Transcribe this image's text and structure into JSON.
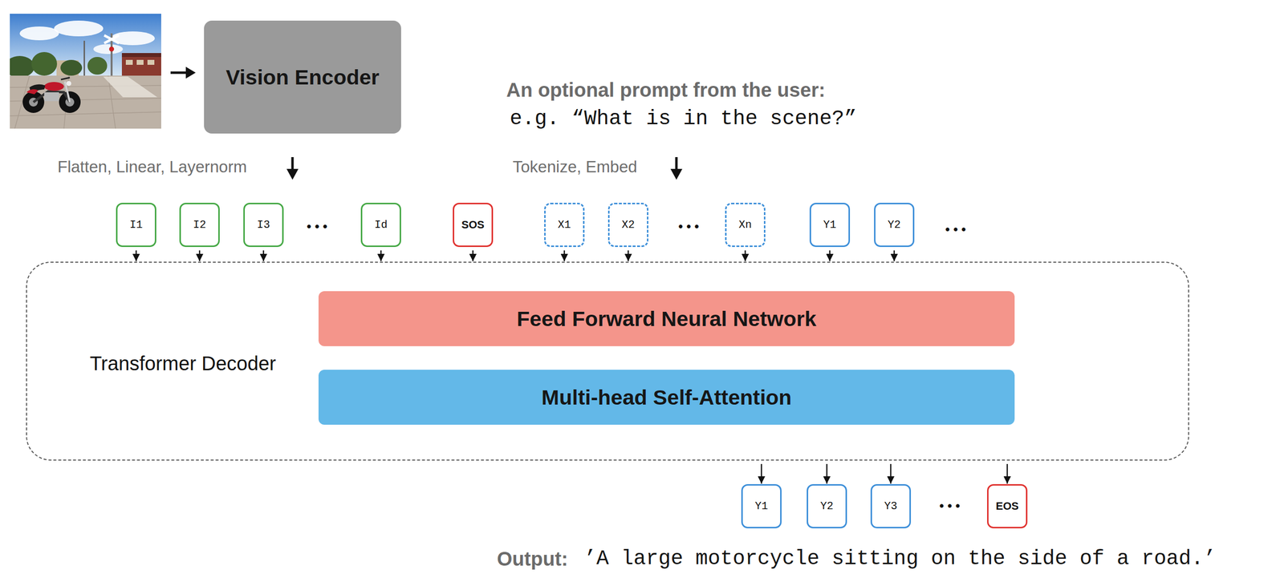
{
  "diagram": {
    "nodes": [
      {
        "text": [
          "Vision Encoder"
        ]
      },
      {
        "text": [
          "I1"
        ]
      },
      {
        "text": [
          "I2"
        ]
      },
      {
        "text": [
          "I3"
        ]
      },
      {
        "text": [
          "Id"
        ]
      },
      {
        "text": [
          "SOS"
        ]
      },
      {
        "text": [
          "X1"
        ]
      },
      {
        "text": [
          "X2"
        ]
      },
      {
        "text": [
          "Xn"
        ]
      },
      {
        "text": [
          "Y1"
        ]
      },
      {
        "text": [
          "Y2"
        ]
      },
      {
        "text": [
          "Transformer Decoder"
        ]
      },
      {
        "text": [
          "Feed Forward Neural Network"
        ],
        "in": 11
      },
      {
        "text": [
          "Multi-head Self-Attention"
        ],
        "in": 11
      },
      {
        "text": [
          "Y1"
        ]
      },
      {
        "text": [
          "Y2"
        ]
      },
      {
        "text": [
          "Y3"
        ]
      },
      {
        "text": [
          "EOS"
        ]
      }
    ],
    "edges": [
      {
        "from": 1,
        "to": 11,
        "arrow": "to"
      },
      {
        "from": 2,
        "to": 11,
        "arrow": "to"
      },
      {
        "from": 3,
        "to": 11,
        "arrow": "to"
      },
      {
        "from": 4,
        "to": 11,
        "arrow": "to"
      },
      {
        "from": 5,
        "to": 11,
        "arrow": "to"
      },
      {
        "from": 6,
        "to": 11,
        "arrow": "to"
      },
      {
        "from": 7,
        "to": 11,
        "arrow": "to"
      },
      {
        "from": 8,
        "to": 11,
        "arrow": "to"
      },
      {
        "from": 9,
        "to": 11,
        "arrow": "to"
      },
      {
        "from": 10,
        "to": 11,
        "arrow": "to"
      },
      {
        "from": 11,
        "to": 14,
        "arrow": "to"
      },
      {
        "from": 11,
        "to": 15,
        "arrow": "to"
      },
      {
        "from": 11,
        "to": 16,
        "arrow": "to"
      },
      {
        "from": 11,
        "to": 17,
        "arrow": "to"
      }
    ],
    "labels": [
      "An optional prompt from the user:",
      "e.g. “What is in the scene?”",
      "Flatten, Linear, Layernorm",
      "Tokenize, Embed",
      "• • •",
      "• • •",
      "• • •",
      "• • •",
      "Output:",
      "’A large motorcycle sitting on the side of a road.’"
    ]
  }
}
